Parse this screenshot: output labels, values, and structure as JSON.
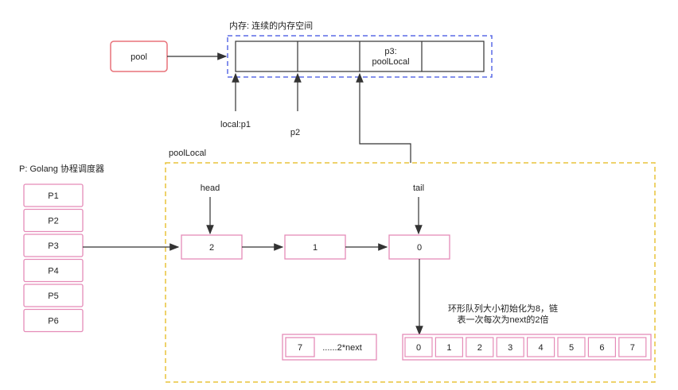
{
  "memory": {
    "title": "内存: 连续的内存空间",
    "slot3_line1": "p3:",
    "slot3_line2": "poolLocal"
  },
  "pool": {
    "label": "pool"
  },
  "pointers": {
    "local_p1": "local:p1",
    "p2": "p2"
  },
  "scheduler": {
    "title": "P: Golang 协程调度器",
    "items": [
      "P1",
      "P2",
      "P3",
      "P4",
      "P5",
      "P6"
    ]
  },
  "pool_local": {
    "title": "poolLocal",
    "head_label": "head",
    "tail_label": "tail",
    "nodes": [
      "2",
      "1",
      "0"
    ],
    "note_line1": "环形队列大小初始化为8，链",
    "note_line2": "表一次每次为next的2倍",
    "ring": [
      "0",
      "1",
      "2",
      "3",
      "4",
      "5",
      "6",
      "7"
    ],
    "small_box_value": "7",
    "small_box_next": "......2*next"
  },
  "colors": {
    "pool_border": "#e8727a",
    "memory_dashed": "#5b6be6",
    "pool_local_dashed": "#e8c43a",
    "pink_border": "#e58bb8",
    "arrow": "#333333"
  }
}
